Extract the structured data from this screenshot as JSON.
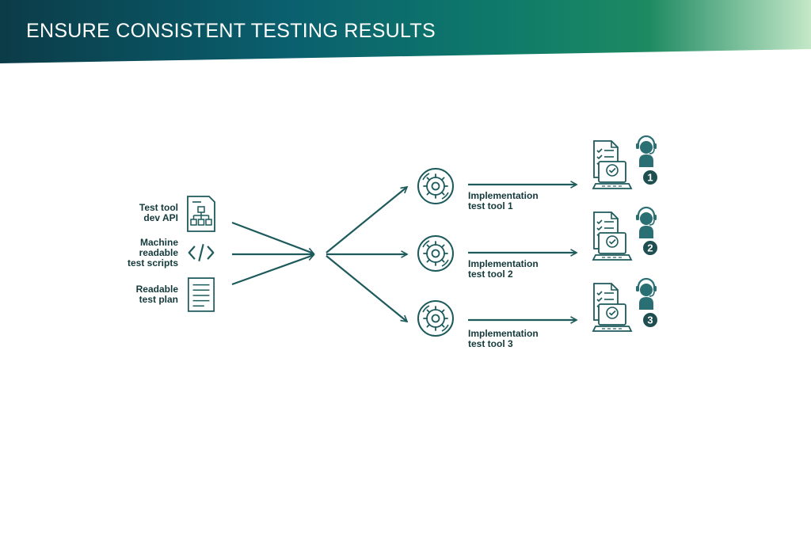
{
  "header": {
    "title": "ENSURE CONSISTENT TESTING RESULTS",
    "gradient": [
      "#0b3c48",
      "#0a5f6e",
      "#0e7a6a",
      "#1e8a62",
      "#c4e8c8"
    ]
  },
  "colors": {
    "stroke": "#1d5a5c",
    "text": "#14393b",
    "badge": "#1f4e50",
    "person": "#2a6f73"
  },
  "inputs": [
    {
      "lines": [
        "Test tool",
        "dev API"
      ],
      "icon": "flowchart-document-icon"
    },
    {
      "lines": [
        "Machine",
        "readable",
        "test scripts"
      ],
      "icon": "code-brackets-icon"
    },
    {
      "lines": [
        "Readable",
        "test plan"
      ],
      "icon": "text-document-icon"
    }
  ],
  "tools": [
    {
      "lines": [
        "Implementation",
        "test tool 1"
      ],
      "icon": "gear-circle-icon",
      "badge": "1",
      "result_icon": "laptop-checklist-operator-icon"
    },
    {
      "lines": [
        "Implementation",
        "test tool 2"
      ],
      "icon": "gear-circle-icon",
      "badge": "2",
      "result_icon": "laptop-checklist-operator-icon"
    },
    {
      "lines": [
        "Implementation",
        "test tool 3"
      ],
      "icon": "gear-circle-icon",
      "badge": "3",
      "result_icon": "laptop-checklist-operator-icon"
    }
  ]
}
